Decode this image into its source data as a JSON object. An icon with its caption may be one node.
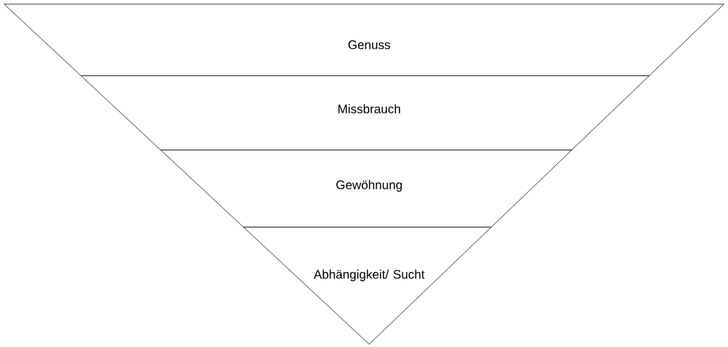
{
  "diagram": {
    "nodes": [
      {
        "text": [
          "Genuss"
        ]
      },
      {
        "text": [
          "Missbrauch"
        ]
      },
      {
        "text": [
          "Gewöhnung"
        ]
      },
      {
        "text": [
          "Abhängigkeit/ Sucht"
        ]
      }
    ]
  }
}
